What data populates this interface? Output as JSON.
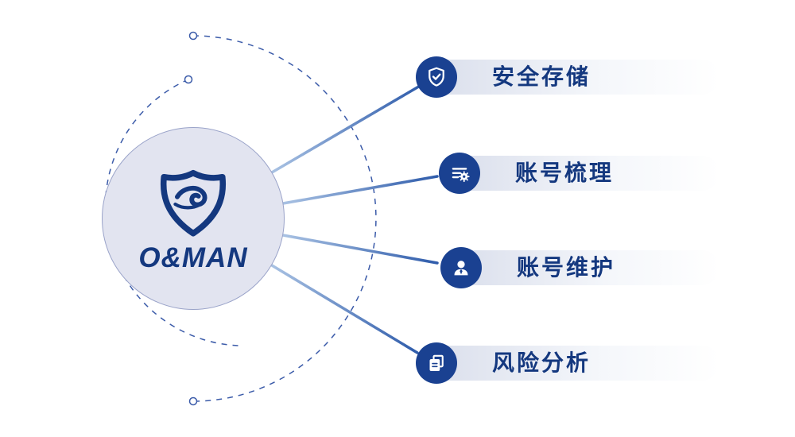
{
  "brand": {
    "name": "O&MAN",
    "logo_icon": "shield-wave-logo-icon"
  },
  "features": [
    {
      "label": "安全存储",
      "icon": "shield-check-icon"
    },
    {
      "label": "账号梳理",
      "icon": "account-list-gear-icon"
    },
    {
      "label": "账号维护",
      "icon": "user-icon"
    },
    {
      "label": "风险分析",
      "icon": "risk-documents-icon"
    }
  ],
  "decorations": {
    "dashed_arcs": 2,
    "node_dots": 3,
    "connector_lines": 4
  },
  "colors": {
    "primary_navy": "#14387f",
    "icon_circle_bg": "#1a4191",
    "center_circle_fill": "#e2e4f0",
    "center_circle_border": "#9aa3c9",
    "bar_gradient_start": "#d8ddeb",
    "dashed_arc": "#3b5ba9",
    "line_gradient_start": "#a9c2e3",
    "line_gradient_end": "#2f5cab",
    "background": "#ffffff"
  }
}
